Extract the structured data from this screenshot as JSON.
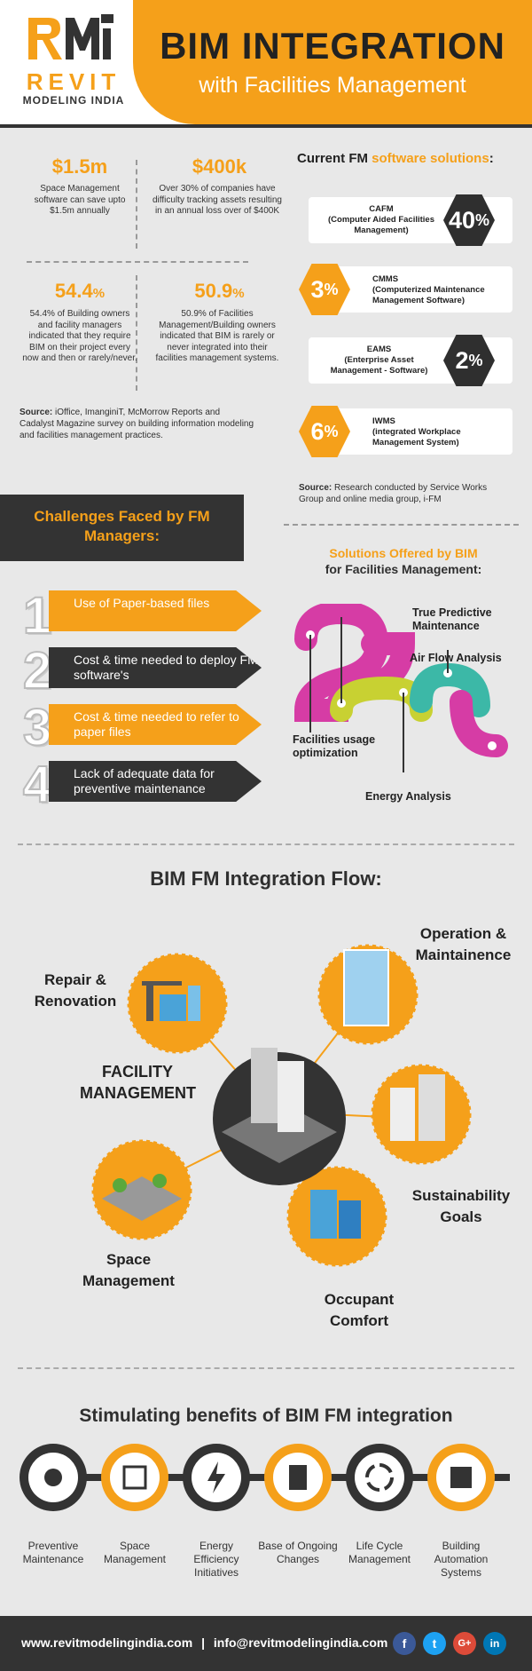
{
  "header": {
    "logo_name": "REVIT",
    "logo_sub": "MODELING INDIA",
    "title": "BIM INTEGRATION",
    "subtitle": "with Facilities Management"
  },
  "stats": [
    {
      "value": "$1.5m",
      "text": "Space Management software can save upto $1.5m annually"
    },
    {
      "value": "$400k",
      "text": "Over 30% of companies have difficulty tracking assets resulting in an annual loss over of $400K"
    },
    {
      "value": "54.4",
      "unit": "%",
      "text": "54.4% of Building owners and facility managers indicated that they require BIM on their project every now and then or rarely/never."
    },
    {
      "value": "50.9",
      "unit": "%",
      "text": "50.9% of Facilities Management/Building owners indicated that BIM is rarely or never integrated into their facilities management systems."
    }
  ],
  "stats_source": {
    "label": "Source:",
    "text": " iOffice, ImanginiT, McMorrow Reports and Cadalyst Magazine survey on building information modeling and facilities management practices."
  },
  "fm_solutions": {
    "title_a": "Current FM ",
    "title_b": "software solutions",
    "title_c": ":",
    "items": [
      {
        "name": "CAFM",
        "desc": "(Computer Aided Facilities Management)",
        "value": "40",
        "unit": "%"
      },
      {
        "name": "CMMS",
        "desc": "(Computerized Maintenance Management Software)",
        "value": "3",
        "unit": "%"
      },
      {
        "name": "EAMS",
        "desc": "(Enterprise Asset Management - Software)",
        "value": "2",
        "unit": "%"
      },
      {
        "name": "IWMS",
        "desc": "(integrated Workplace Management System)",
        "value": "6",
        "unit": "%"
      }
    ],
    "source_label": "Source:",
    "source_text": " Research conducted by Service Works Group and online media group, i-FM"
  },
  "challenges": {
    "title": "Challenges Faced by FM Managers:",
    "items": [
      {
        "num": "1",
        "text": "Use of Paper-based files"
      },
      {
        "num": "2",
        "text": "Cost & time needed to deploy FM software's"
      },
      {
        "num": "3",
        "text": "Cost & time needed to refer to paper files"
      },
      {
        "num": "4",
        "text": "Lack of adequate data for preventive maintenance"
      }
    ]
  },
  "solutions": {
    "title_a": "Solutions Offered by BIM",
    "title_b": "for Facilities Management:",
    "labels": [
      "True Predictive Maintenance",
      "Air Flow Analysis",
      "Facilities usage optimization",
      "Energy Analysis"
    ]
  },
  "flow": {
    "title": "BIM FM Integration Flow:",
    "center": "FACILITY MANAGEMENT",
    "nodes": [
      "Repair & Renovation",
      "Operation & Maintainence",
      "Sustainability Goals",
      "Occupant Comfort",
      "Space Management"
    ]
  },
  "benefits": {
    "title": "Stimulating benefits of BIM FM integration",
    "items": [
      "Preventive Maintenance",
      "Space Management",
      "Energy Efficiency Initiatives",
      "Base of Ongoing Changes",
      "Life Cycle Management",
      "Building Automation Systems"
    ]
  },
  "footer": {
    "website": "www.revitmodelingindia.com",
    "divider": "|",
    "email": "info@revitmodelingindia.com",
    "social": [
      {
        "icon": "facebook-icon",
        "glyph": "f",
        "color": "#3b5998"
      },
      {
        "icon": "twitter-icon",
        "glyph": "t",
        "color": "#1da1f2"
      },
      {
        "icon": "google-plus-icon",
        "glyph": "G+",
        "color": "#dd4b39"
      },
      {
        "icon": "linkedin-icon",
        "glyph": "in",
        "color": "#0077b5"
      }
    ]
  },
  "colors": {
    "accent": "#f5a01a",
    "dark": "#333333",
    "bg": "#e8e8e8"
  }
}
